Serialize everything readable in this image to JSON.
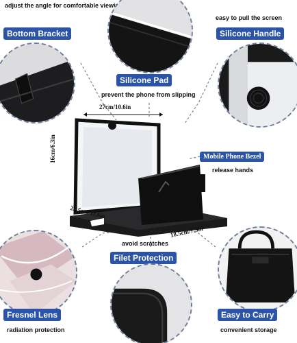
{
  "features": {
    "bottom_bracket": {
      "caption": "adjust the angle for comfortable viewing",
      "label": "Bottom Bracket",
      "icon": "bracket-closeup-icon"
    },
    "silicone_pad": {
      "caption": "prevent the phone from slipping",
      "label": "Silicone Pad",
      "icon": "silicone-pad-closeup-icon"
    },
    "silicone_handle": {
      "caption": "easy to pull the screen",
      "label": "Silicone Handle",
      "icon": "silicone-handle-closeup-icon"
    },
    "mobile_bezel": {
      "caption": "release hands",
      "label": "Mobile Phone Bezel"
    },
    "filet_protection": {
      "caption": "avoid scratches",
      "label": "Filet Protection"
    },
    "fresnel_lens": {
      "caption": "radiation protection",
      "label": "Fresnel Lens",
      "icon": "fresnel-lens-closeup-icon"
    },
    "easy_carry": {
      "caption": "convenient storage",
      "label": "Easy to Carry",
      "icon": "handbag-icon"
    },
    "corner": {
      "icon": "corner-closeup-icon"
    }
  },
  "dimensions": {
    "width": "27cm/10.6in",
    "height": "16cm/6.3in",
    "length": "29.5cm/11.6in",
    "depth": "18.5cm/7.3in"
  },
  "colors": {
    "label_bg": "#2b54a8",
    "dashed_line": "#6f7f9a"
  }
}
